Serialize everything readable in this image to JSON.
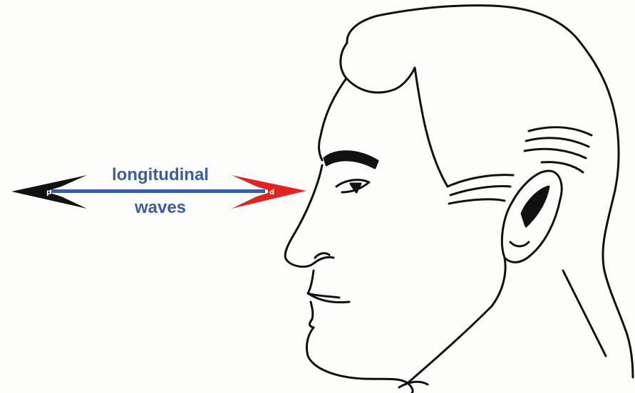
{
  "diagram": {
    "label_line1": "longitudinal",
    "label_line2": "waves",
    "arrow_left_marker": "p",
    "arrow_right_marker": "d"
  },
  "colors": {
    "label_text": "#3b5da4",
    "shaft": "#3b5da4",
    "arrow_left": "#111111",
    "arrow_right": "#e02424",
    "ink": "#111111",
    "background": "#fdfdfb"
  },
  "icons": {
    "left_arrowhead": "black-arrowhead-icon",
    "right_arrowhead": "red-arrowhead-icon",
    "head": "human-head-profile-icon"
  }
}
